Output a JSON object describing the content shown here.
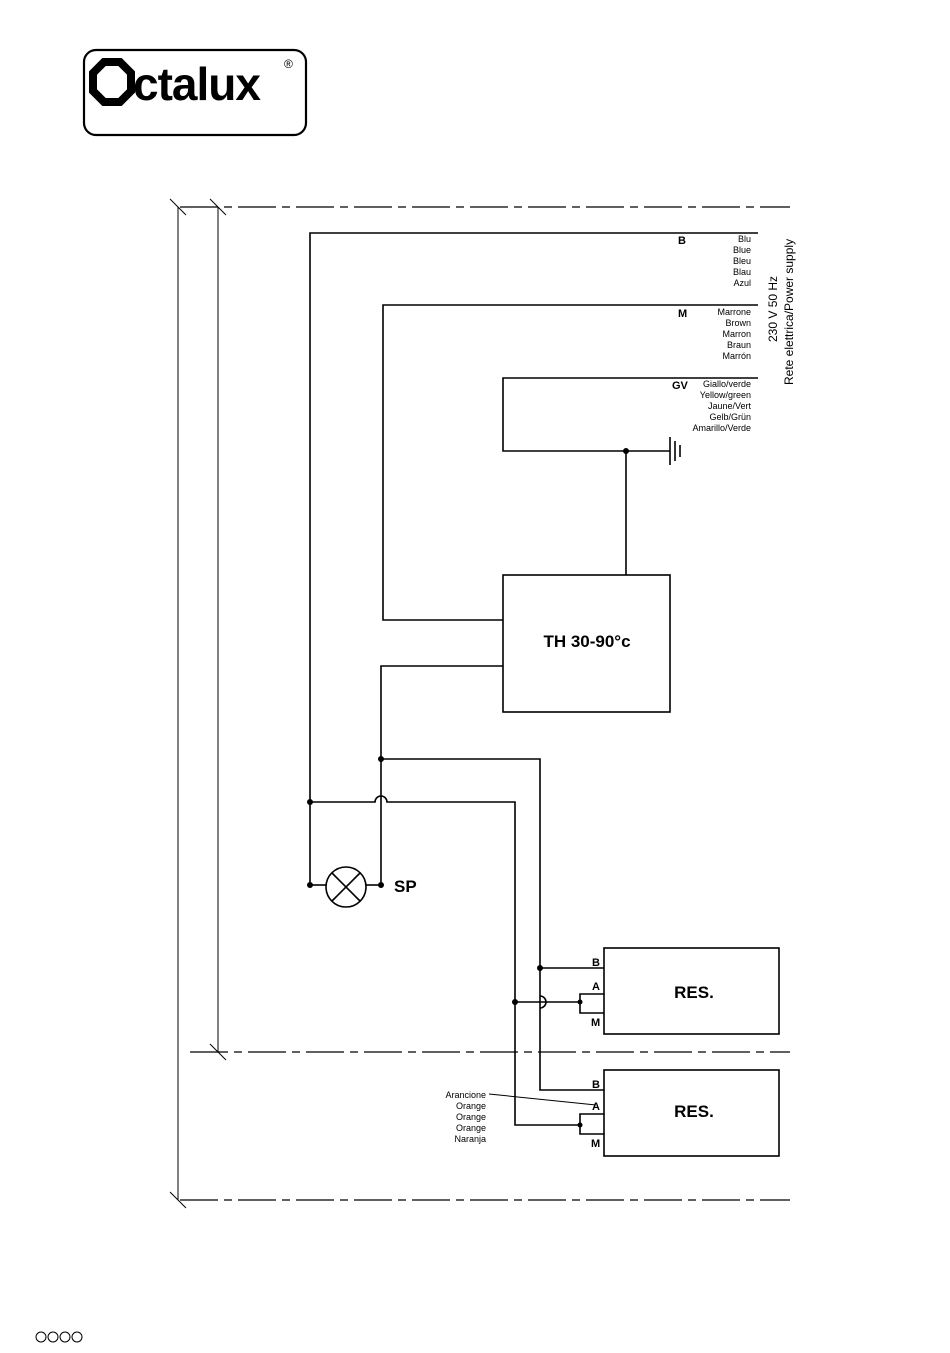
{
  "logo": {
    "text": "ctalux",
    "reg": "®"
  },
  "supply": {
    "voltage": "230 V 50 Hz",
    "name": "Rete elettrica/Power supply"
  },
  "wires": {
    "blue": {
      "code": "B",
      "colors": [
        "Blu",
        "Blue",
        "Bleu",
        "Blau",
        "Azul"
      ]
    },
    "brown": {
      "code": "M",
      "colors": [
        "Marrone",
        "Brown",
        "Marron",
        "Braun",
        "Marrón"
      ]
    },
    "ground": {
      "code": "GV",
      "colors": [
        "Giallo/verde",
        "Yellow/green",
        "Jaune/Vert",
        "Gelb/Grün",
        "Amarillo/Verde"
      ]
    }
  },
  "thermostat": {
    "label": "TH 30-90°c"
  },
  "lamp": {
    "label": "SP"
  },
  "resistor1": {
    "label": "RES.",
    "terminals": [
      "B",
      "A",
      "M"
    ]
  },
  "resistor2": {
    "label": "RES.",
    "terminals": [
      "B",
      "A",
      "M"
    ]
  },
  "orange": {
    "colors": [
      "Arancione",
      "Orange",
      "Orange",
      "Orange",
      "Naranja"
    ]
  }
}
